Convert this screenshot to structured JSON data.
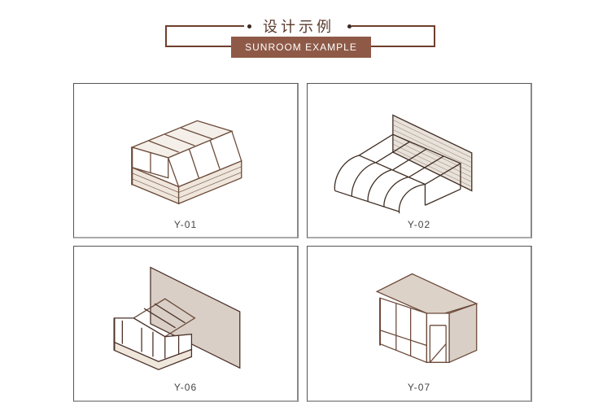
{
  "header": {
    "title_cn": "设计示例",
    "subtitle_en": "SUNROOM EXAMPLE",
    "colors": {
      "frame": "#6e3f2c",
      "badge": "#8e5a47",
      "badge_text": "#ffffff"
    }
  },
  "examples": [
    {
      "code": "Y-01",
      "icon": "sunroom-lean-to-brick-base-drawing"
    },
    {
      "code": "Y-02",
      "icon": "sunroom-curved-roof-wall-drawing"
    },
    {
      "code": "Y-06",
      "icon": "sunroom-gable-wall-drawing"
    },
    {
      "code": "Y-07",
      "icon": "sunroom-bay-front-drawing"
    }
  ]
}
